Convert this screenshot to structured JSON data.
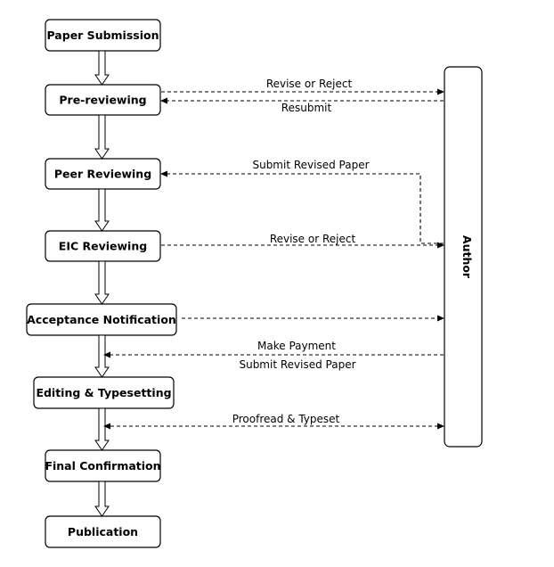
{
  "steps": {
    "paper_submission": "Paper Submission",
    "pre_reviewing": "Pre-reviewing",
    "peer_reviewing": "Peer Reviewing",
    "eic_reviewing": "EIC Reviewing",
    "acceptance_notification": "Acceptance Notification",
    "editing_typesetting": "Editing & Typesetting",
    "final_confirmation": "Final Confirmation",
    "publication": "Publication"
  },
  "author": "Author",
  "edges": {
    "revise_or_reject_1": "Revise or Reject",
    "resubmit": "Resubmit",
    "submit_revised_paper_1": "Submit Revised Paper",
    "revise_or_reject_2": "Revise or Reject",
    "make_payment": "Make Payment",
    "submit_revised_paper_2": "Submit Revised Paper",
    "proofread_typeset": "Proofread & Typeset"
  }
}
